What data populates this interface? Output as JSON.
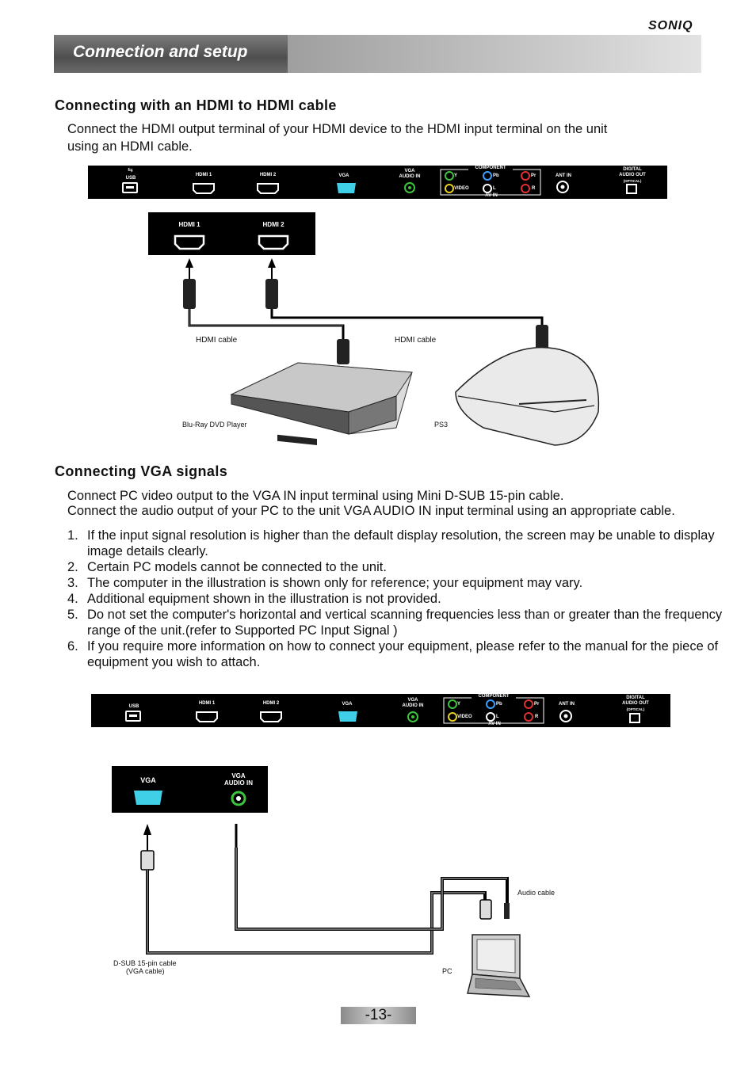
{
  "header": {
    "brand": "SONIQ",
    "section_title": "Connection and setup"
  },
  "hdmi_section": {
    "heading": "Connecting with an HDMI to HDMI cable",
    "body_line1": "Connect the HDMI  output terminal of your HDMI device  to the HDMI input terminal on the unit",
    "body_line2": "using an HDMI cable.",
    "cable_label_1": "HDMI cable",
    "cable_label_2": "HDMI cable",
    "device_1": "Blu-Ray DVD Player",
    "device_2": "PS3"
  },
  "panel": {
    "usb": "USB",
    "hdmi1": "HDMI 1",
    "hdmi2": "HDMI 2",
    "vga": "VGA",
    "vga_audio_line1": "VGA",
    "vga_audio_line2": "AUDIO IN",
    "component": "COMPONENT",
    "y": "Y",
    "pb": "Pb",
    "pr": "Pr",
    "video": "VIDEO",
    "l": "L",
    "r": "R",
    "av_in": "AV IN",
    "ant_in": "ANT IN",
    "digital_line1": "DIGITAL",
    "digital_line2": "AUDIO OUT",
    "digital_line3": "(OPTICAL)"
  },
  "vga_section": {
    "heading": "Connecting VGA signals",
    "body_line1": "Connect PC video output to the VGA IN input terminal using Mini D-SUB 15-pin cable.",
    "body_line2": "Connect the audio output of your PC to the unit VGA AUDIO IN input terminal using an appropriate cable.",
    "notes": [
      {
        "num": "1.",
        "text": "If the input signal resolution is higher than the default display resolution, the screen may be unable to display image details clearly."
      },
      {
        "num": "2.",
        "text": "Certain PC models cannot be connected to the unit."
      },
      {
        "num": "3.",
        "text": "The computer in the illustration is shown only for reference; your equipment may vary."
      },
      {
        "num": "4.",
        "text": "Additional equipment shown in the illustration is not provided."
      },
      {
        "num": "5.",
        "text": "Do not set the computer's horizontal and vertical scanning frequencies less than or greater than the frequency range of the unit.(refer to Supported PC Input Signal )"
      },
      {
        "num": "6.",
        "text": "If you require more information on how to connect your equipment, please refer to the manual for the piece of equipment you wish to attach."
      }
    ],
    "zoom_vga": "VGA",
    "zoom_audio_line1": "VGA",
    "zoom_audio_line2": "AUDIO IN",
    "audio_cable": "Audio cable",
    "dsub_line1": "D-SUB 15-pin cable",
    "dsub_line2": "(VGA cable)",
    "pc": "PC"
  },
  "footer": {
    "page_number": "-13-"
  },
  "colors": {
    "panel_bg": "#000000",
    "vga_port": "#3fd0e8",
    "audio_green": "#3cc43c",
    "y_green": "#3cc43c",
    "pb_blue": "#3aa0ff",
    "pr_red": "#e03030",
    "video_yellow": "#e8d020"
  }
}
